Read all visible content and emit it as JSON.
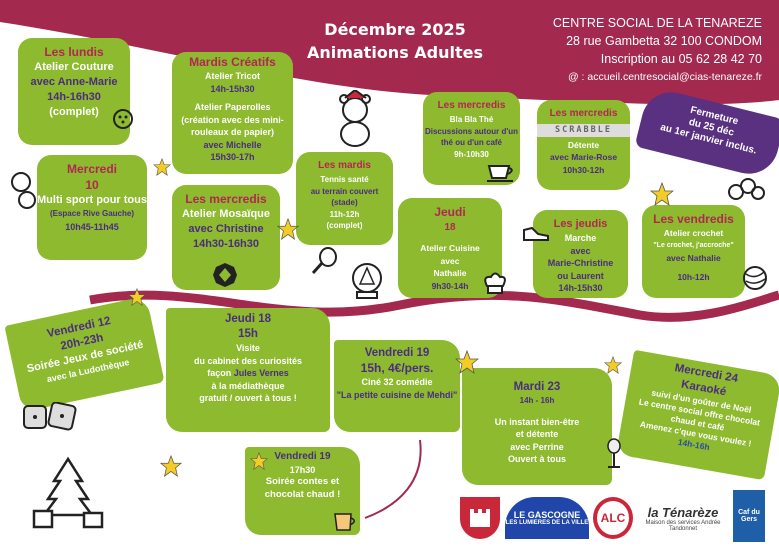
{
  "header": {
    "title_line1": "Décembre 2025",
    "title_line2": "Animations Adultes",
    "org": "CENTRE SOCIAL DE LA TENAREZE",
    "address": "28 rue Gambetta 32 100 CONDOM",
    "phone": "Inscription au 05 62 28 42 70",
    "email": "@ : accueil.centresocial@cias-tenareze.fr"
  },
  "closure": {
    "l1": "Fermeture",
    "l2": "du 25  déc",
    "l3": "au 1er janvier inclus."
  },
  "weekly": [
    {
      "day": "Les lundis",
      "l1": "Atelier Couture",
      "l2": "avec Anne-Marie",
      "l3": "14h-16h30",
      "l4": "(complet)"
    },
    {
      "day": "Mardis Créatifs",
      "l1": "Atelier Tricot",
      "l2": "14h-15h30",
      "l3": "Atelier Paperolles",
      "l4": "(création avec des mini-rouleaux de papier)",
      "l5": "avec Michelle",
      "l6": "15h30-17h"
    },
    {
      "day": "Mercredi",
      "l1": "10",
      "l2": "Multi sport pour tous",
      "l3": "(Espace Rive Gauche)",
      "l4": "10h45-11h45"
    },
    {
      "day": "Les mercredis",
      "l1": "Atelier Mosaïque",
      "l2": "avec Christine",
      "l3": "14h30-16h30"
    },
    {
      "day": "Les mardis",
      "l1": "Tennis santé",
      "l2": "au terrain couvert",
      "l3": "(stade)",
      "l4": "11h-12h",
      "l5": "(complet)"
    },
    {
      "day": "Les mercredis",
      "l1": "Bla Bla Thé",
      "l2": "Discussions autour d'un thé ou d'un café",
      "l3": "9h-10h30"
    },
    {
      "day": "Les mercredis",
      "l1": "SCRABBLE",
      "l2": "Détente",
      "l3": "avec Marie-Rose",
      "l4": "10h30-12h"
    },
    {
      "day": "Jeudi",
      "l1": "18",
      "l2": "Atelier Cuisine",
      "l3": "avec",
      "l4": "Nathalie",
      "l5": "9h30-14h"
    },
    {
      "day": "Les jeudis",
      "l1": "Marche",
      "l2": "avec",
      "l3": "Marie-Christine",
      "l4": "ou Laurent",
      "l5": "14h-15h30"
    },
    {
      "day": "Les vendredis",
      "l1": "Atelier crochet",
      "l2": "\"Le crochet, j'accroche\"",
      "l3": "avec Nathalie",
      "l4": "10h-12h"
    }
  ],
  "events": [
    {
      "h1": "Vendredi 12",
      "h2": "20h-23h",
      "l1": "Soirée Jeux de société",
      "l2": "avec la Ludothèque"
    },
    {
      "h1": "Jeudi 18",
      "h2": "15h",
      "l1": "Visite",
      "l2": "du cabinet des curiosités",
      "l3": "façon ",
      "l3b": "Jules Vernes",
      "l4": "à la médiathèque",
      "l5": "gratuit / ouvert à tous !"
    },
    {
      "h1": "Vendredi 19",
      "h2": "15h, 4€/pers.",
      "l1": "Ciné 32 comédie",
      "l2": "\"La petite cuisine de Mehdi\""
    },
    {
      "h1": "Vendredi 19",
      "h2": "17h30",
      "l1": "Soirée contes et chocolat chaud !"
    },
    {
      "h1": "Mardi 23",
      "h2": "14h - 16h",
      "l1": "Un instant bien-être",
      "l2": "et détente",
      "l3": "avec Perrine",
      "l4": "Ouvert à tous"
    },
    {
      "h1": "Mercredi 24",
      "h2": "Karaoké",
      "l1": "suivi d'un goûter de Noël",
      "l2": "Le centre social offre chocolat chaud et café",
      "l3": "Amenez c'que vous voulez !",
      "l4": "14h-16h"
    }
  ],
  "logos": {
    "gascogne1": "LE GASCOGNE",
    "gascogne2": "LES LUMIERES DE LA VILLE",
    "alc": "ALC",
    "tenareze": "la Ténarèze",
    "tenareze_sub": "Maison des services Andrée Tandonnet",
    "caf": "Caf du Gers"
  },
  "colors": {
    "green": "#8dba2f",
    "maroon": "#a3294f",
    "purple": "#4b2d7f"
  }
}
